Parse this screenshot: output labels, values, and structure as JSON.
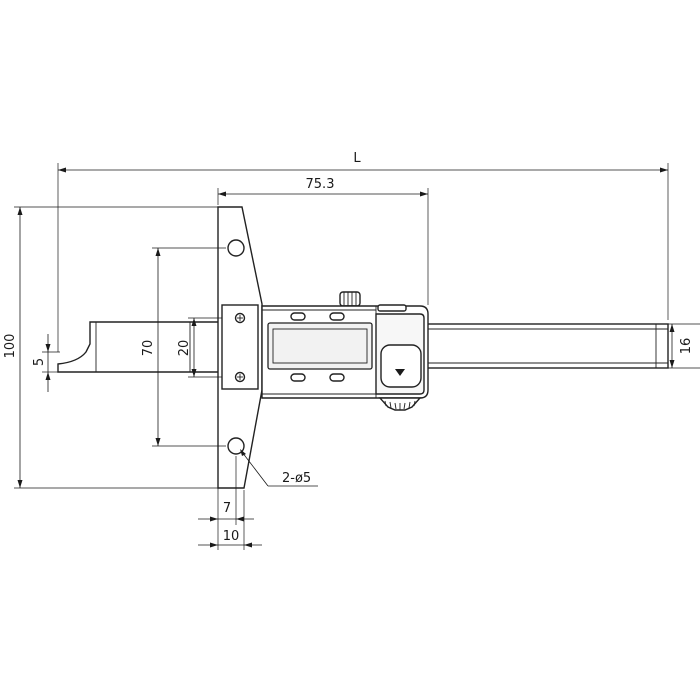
{
  "drawing": {
    "dimensions": {
      "overall_length": "L",
      "body_width": "75.3",
      "base_height": "100",
      "hole_spacing": "70",
      "rod_height": "20",
      "hook_offset": "5",
      "beam_height": "16",
      "hole_spec": "2-ø5",
      "base_thickness_inner": "7",
      "base_thickness_outer": "10"
    }
  }
}
